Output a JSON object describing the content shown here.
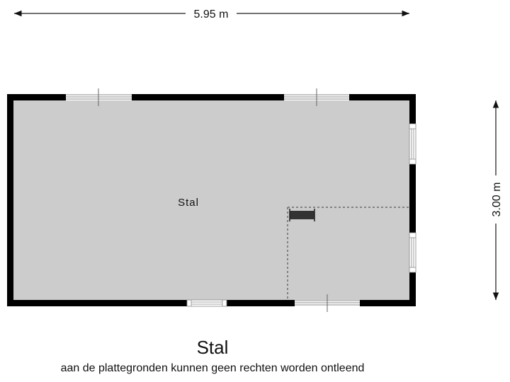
{
  "dimensions": {
    "width_label": "5.95 m",
    "height_label": "3.00 m"
  },
  "rooms": [
    {
      "label": "Stal"
    }
  ],
  "footer": {
    "title": "Stal",
    "disclaimer": "aan de plattegronden kunnen geen rechten worden ontleend"
  },
  "colors": {
    "wall": "#000000",
    "floor": "#cccccc",
    "window_line": "#888888",
    "dimension_line": "#444444"
  }
}
